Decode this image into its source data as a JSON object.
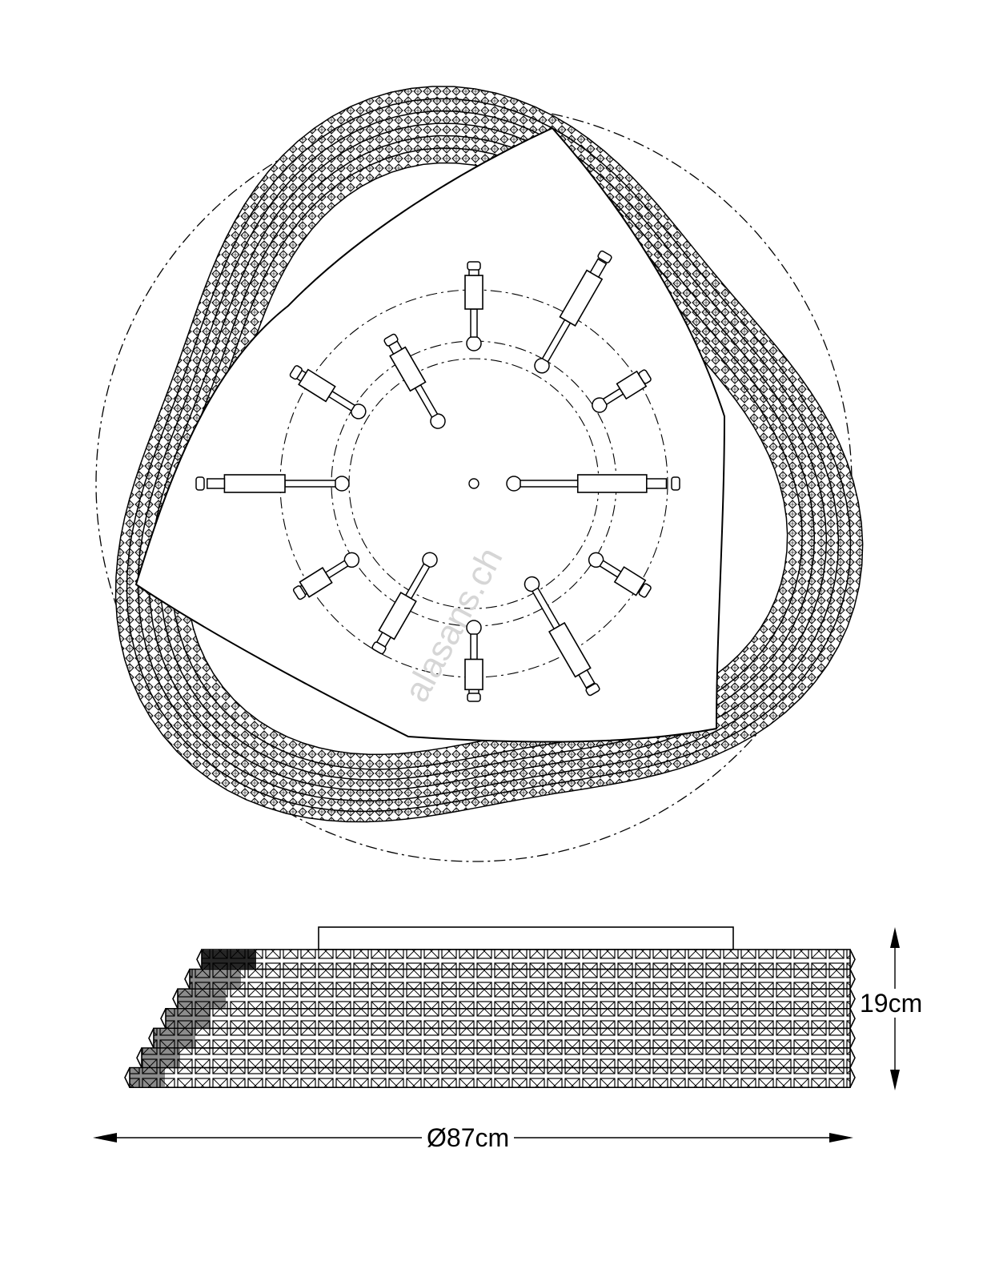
{
  "dimensions": {
    "height_label": "19cm",
    "diameter_label": "Ø87cm"
  },
  "watermark": {
    "text": "alasans.ch",
    "color": "#d9d9d9"
  },
  "colors": {
    "line": "#000000",
    "background": "#ffffff"
  },
  "top_view": {
    "lamp_arm_count": 12,
    "crystal_band_count": 6,
    "guide_circles": "dash-dot"
  },
  "side_view": {
    "crystal_tier_count": 7
  }
}
